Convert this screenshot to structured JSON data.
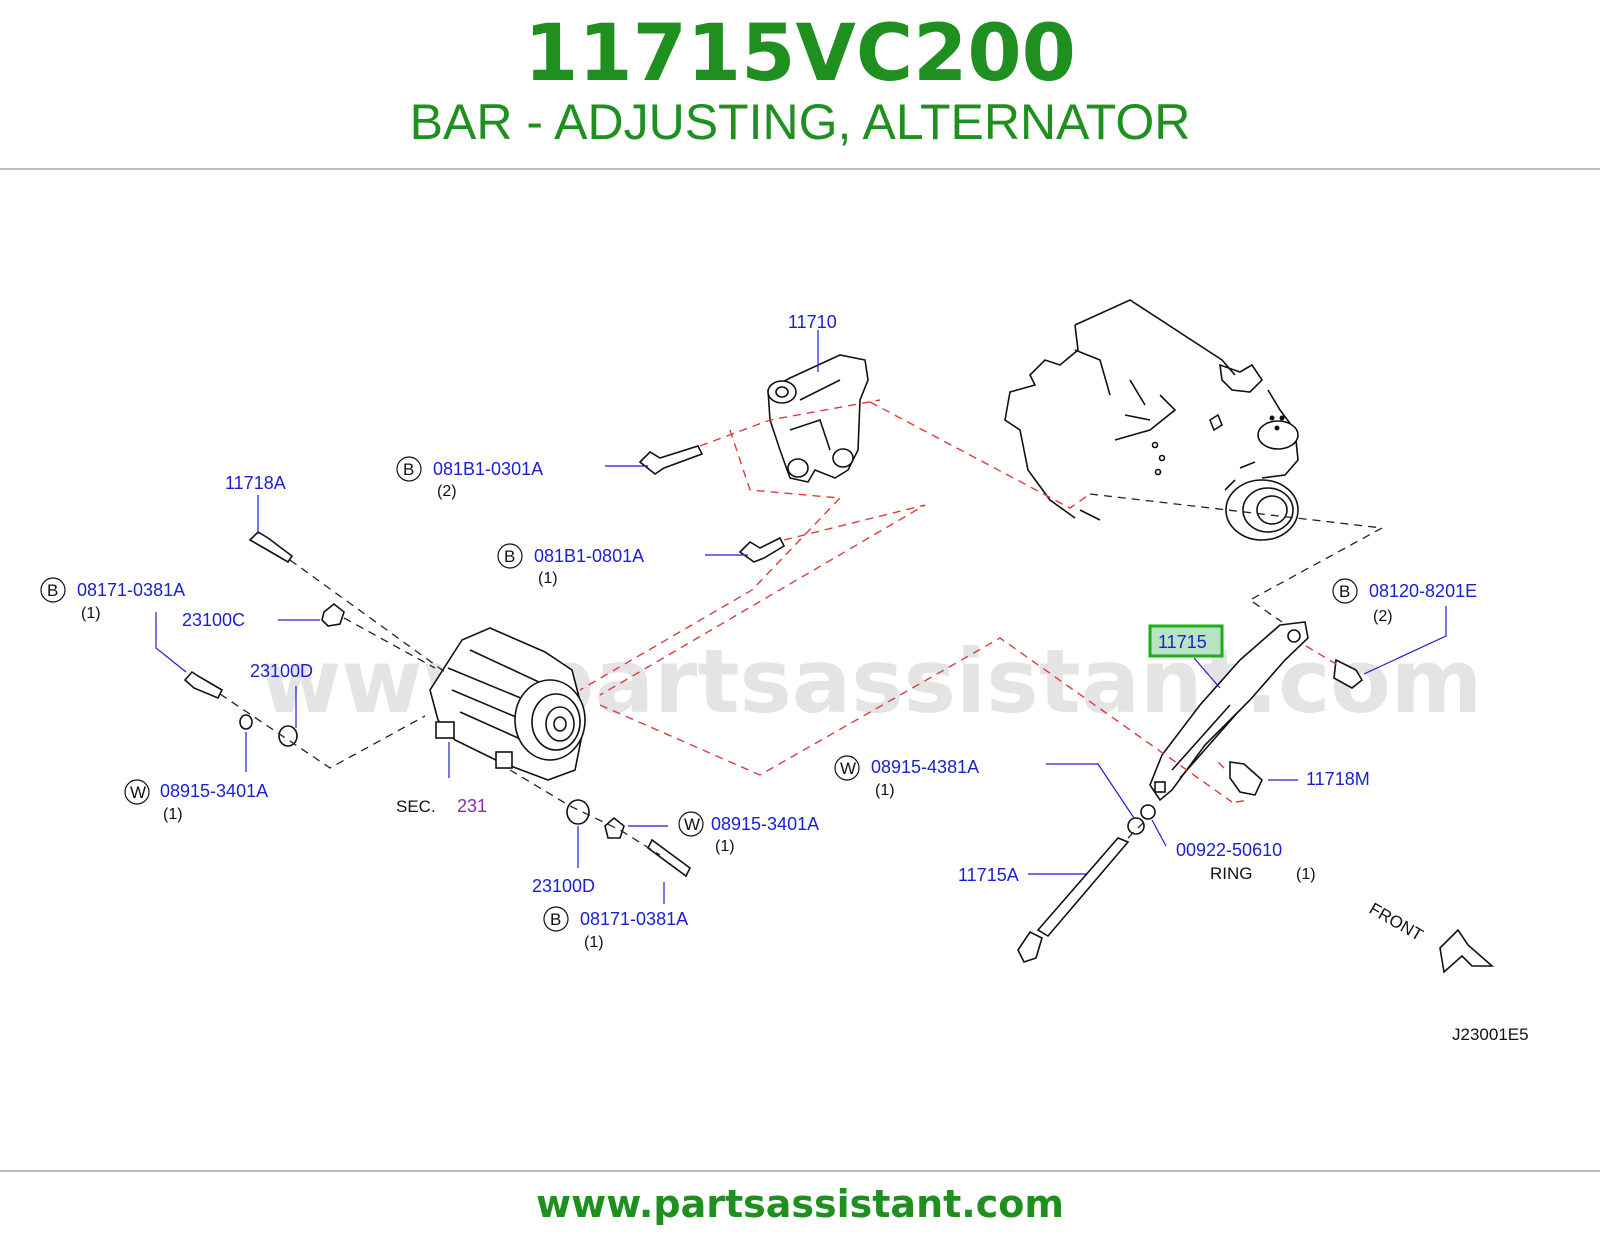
{
  "header": {
    "part_number": "11715VC200",
    "description": "BAR - ADJUSTING, ALTERNATOR"
  },
  "diagram": {
    "watermark": "www.partsassistant.com",
    "code": "J23001E5",
    "front_label": "FRONT",
    "sec_label": "SEC.",
    "sec_number": "231",
    "labels": {
      "p11710": "11710",
      "p11718A": "11718A",
      "p081B1_0301A": "081B1-0301A",
      "p081B1_0301A_qty": "(2)",
      "p081B1_0801A": "081B1-0801A",
      "p081B1_0801A_qty": "(1)",
      "p08171_0381A_left": "08171-0381A",
      "p08171_0381A_left_qty": "(1)",
      "p23100C": "23100C",
      "p23100D_top": "23100D",
      "p08915_3401A_left": "08915-3401A",
      "p08915_3401A_left_qty": "(1)",
      "p08915_3401A_right": "08915-3401A",
      "p08915_3401A_right_qty": "(1)",
      "p23100D_bottom": "23100D",
      "p08171_0381A_bottom": "08171-0381A",
      "p08171_0381A_bottom_qty": "(1)",
      "p08120_8201E": "08120-8201E",
      "p08120_8201E_qty": "(2)",
      "p11715": "11715",
      "p08915_4381A": "08915-4381A",
      "p08915_4381A_qty": "(1)",
      "p11718M": "11718M",
      "p00922_50610": "00922-50610",
      "ring_label": "RING",
      "ring_qty": "(1)",
      "p11715A": "11715A"
    },
    "badges": {
      "bolt": "B",
      "washer": "W"
    },
    "highlight_color": "#17b117"
  },
  "footer": {
    "url": "www.partsassistant.com"
  }
}
